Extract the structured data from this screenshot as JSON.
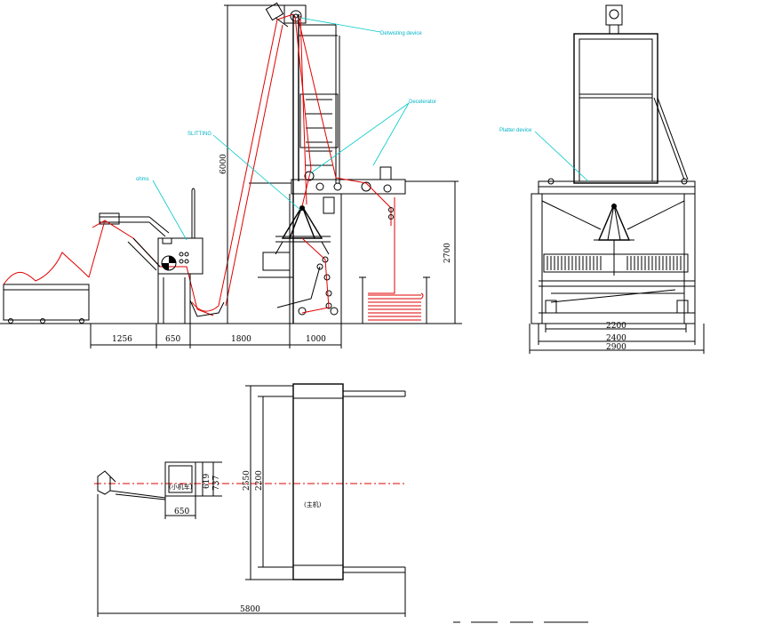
{
  "callouts": {
    "detwisting": "Detwisting device",
    "decelerator": "Decelerator",
    "slitting": "SLITTING",
    "ohms": "ohms",
    "platter": "Platter device"
  },
  "side_view_dims": {
    "d1256": "1256",
    "d650": "650",
    "d1800": "1800",
    "d1000": "1000",
    "height6000": "6000",
    "height2700": "2700"
  },
  "front_view_dims": {
    "d2200": "2200",
    "d2400": "2400",
    "d2900": "2900"
  },
  "plan_view": {
    "d650": "650",
    "d5800": "5800",
    "d2200": "2200",
    "d2550": "2550",
    "d619": "619",
    "d737": "737",
    "small_machine_label": "(小机车)",
    "main_machine_label": "(主机)"
  },
  "colors": {
    "line": "#000000",
    "fabric_path": "#e00000",
    "callout": "#00c8c8"
  }
}
